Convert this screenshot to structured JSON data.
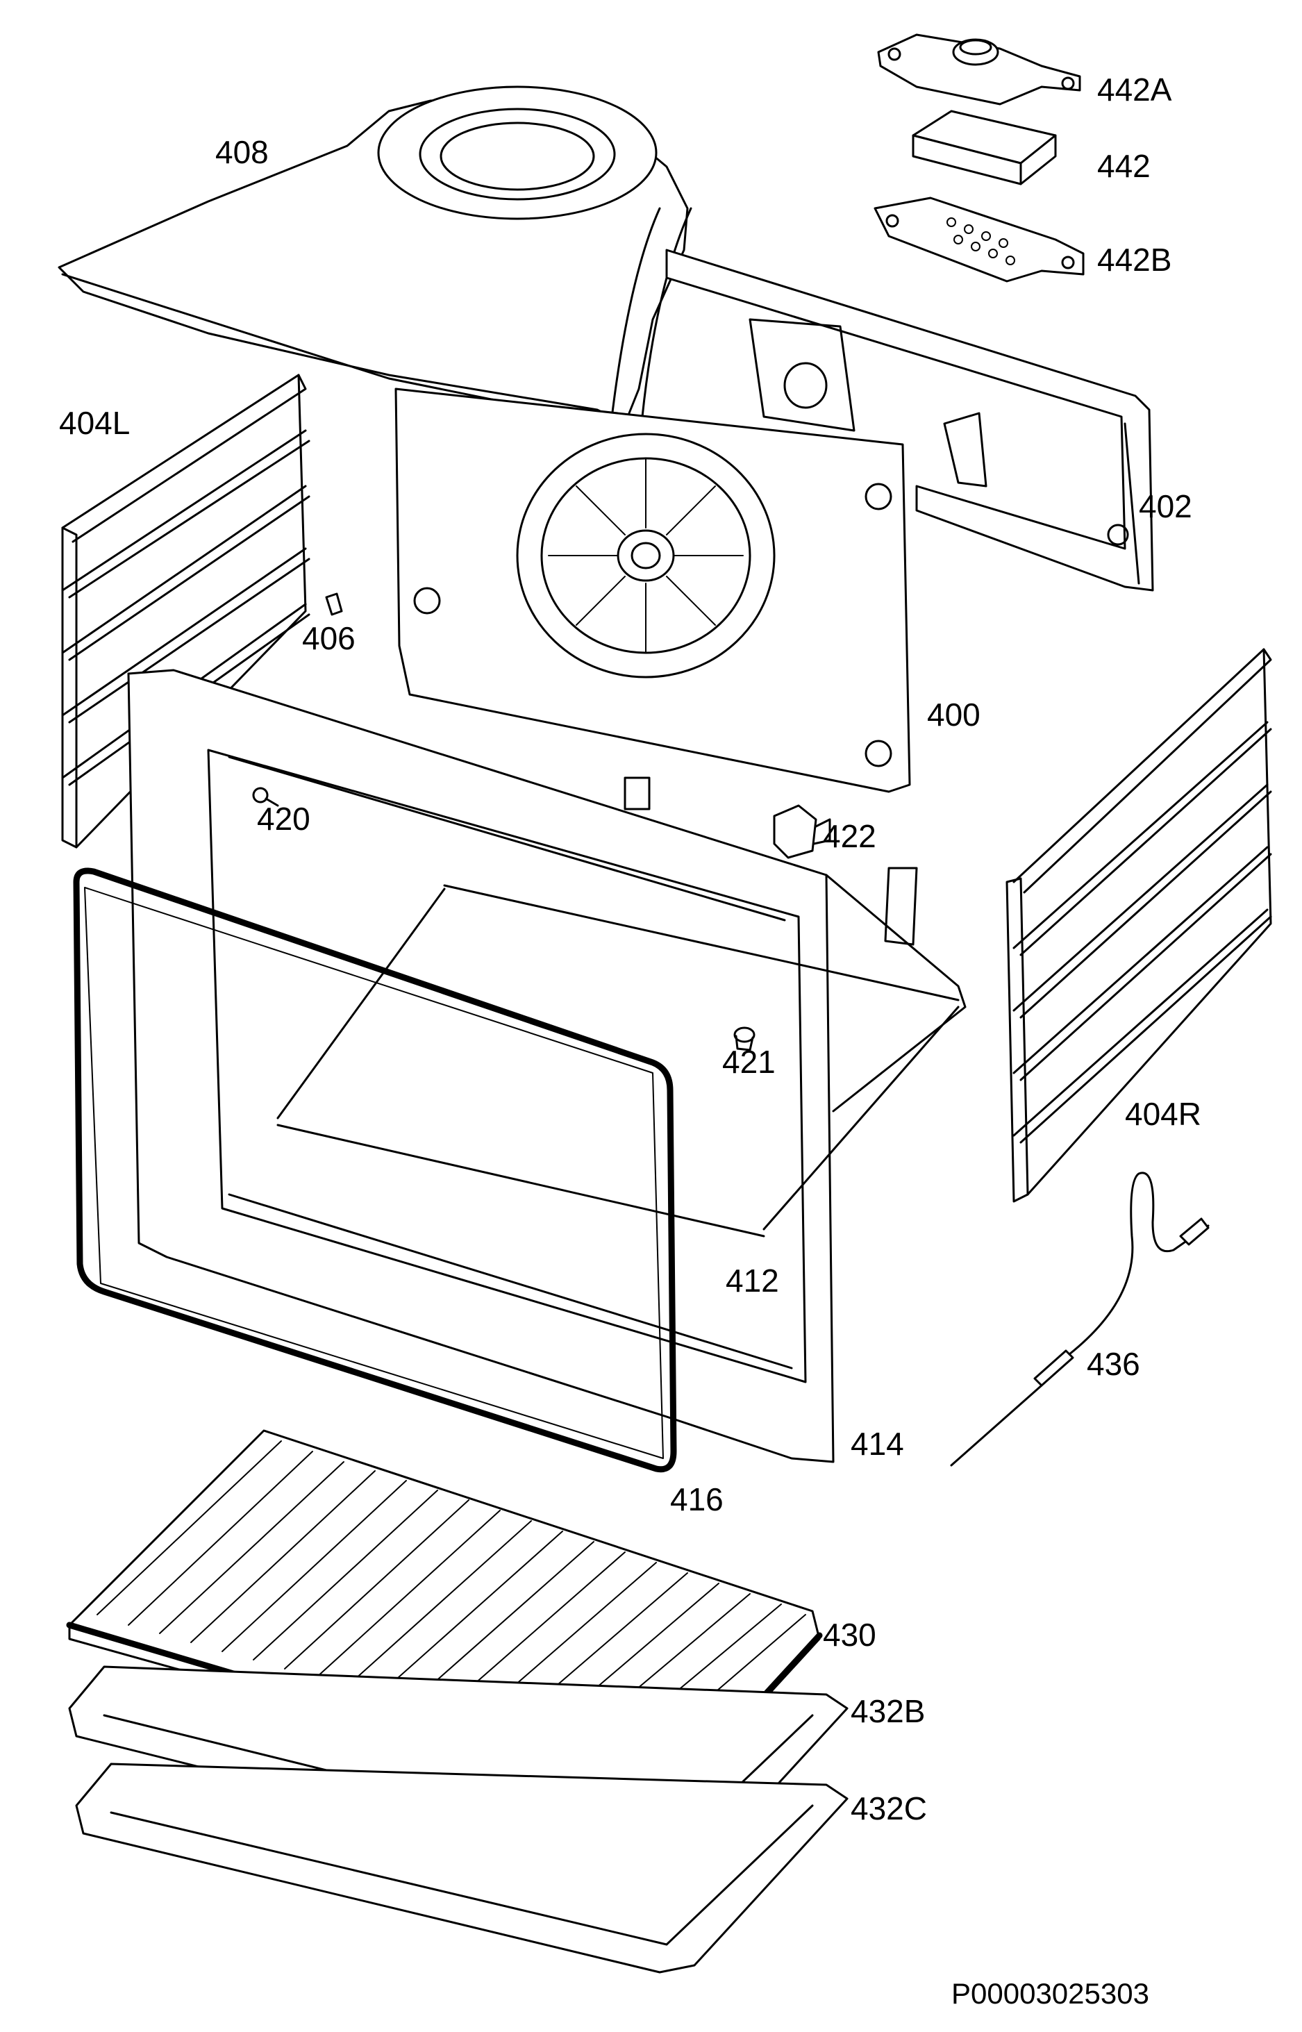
{
  "labels": {
    "p442A": "442A",
    "p442": "442",
    "p442B": "442B",
    "p408": "408",
    "p404L": "404L",
    "p402": "402",
    "p406": "406",
    "p400": "400",
    "p420": "420",
    "p422": "422",
    "p421": "421",
    "p404R": "404R",
    "p412": "412",
    "p436": "436",
    "p414": "414",
    "p416": "416",
    "p430": "430",
    "p432B": "432B",
    "p432C": "432C"
  },
  "document_number": "P00003025303"
}
